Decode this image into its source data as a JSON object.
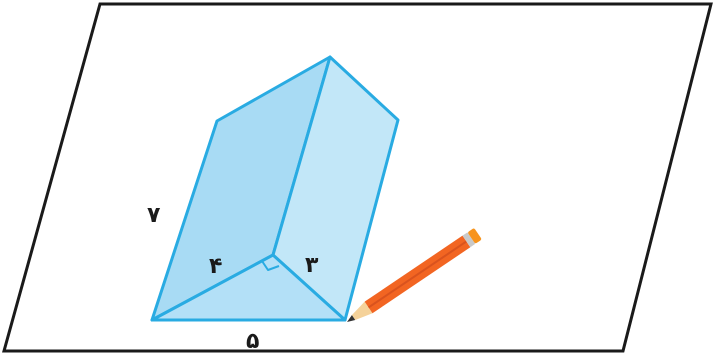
{
  "diagram": {
    "labels": {
      "edge_slant": "۷",
      "leg_left": "۴",
      "leg_right": "۳",
      "base": "۵"
    },
    "colors": {
      "plane_stroke": "#1a1a1a",
      "prism_face": "#b3e0f7",
      "prism_edge": "#29abe2",
      "pencil_body": "#f26522",
      "pencil_eraser": "#f7941d",
      "pencil_wood": "#f5d29a",
      "pencil_lead": "#333333"
    }
  }
}
